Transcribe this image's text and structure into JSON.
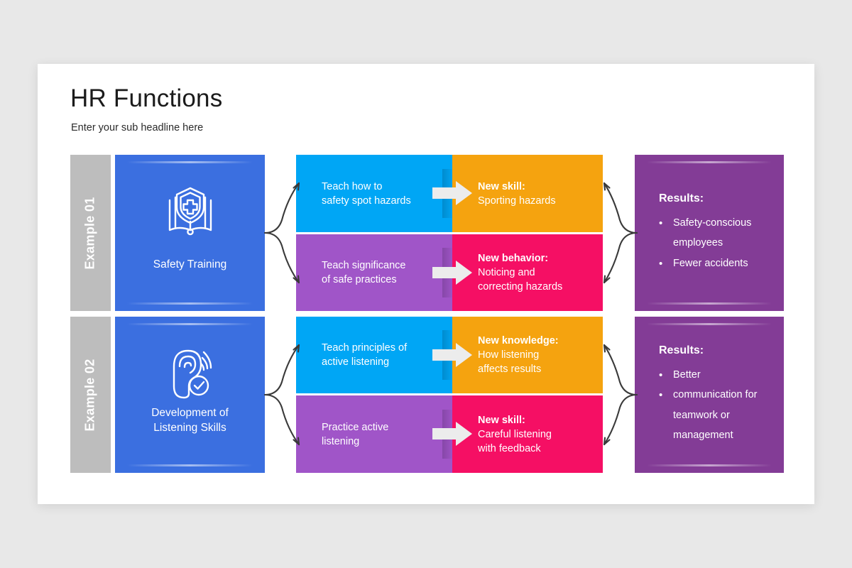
{
  "slide": {
    "title": "HR Functions",
    "subtitle": "Enter your sub headline here"
  },
  "colors": {
    "background": "#e8e8e8",
    "slide": "#ffffff",
    "strip_gray": "#bdbdbd",
    "topic_blue": "#3b6fe0",
    "cyan": "#00a6f5",
    "violet": "#a055c8",
    "orange": "#f5a30f",
    "pink": "#f50f64",
    "results_purple": "#833c96",
    "arrow_white": "#eeeeee",
    "connector_dark": "#3a3a3a"
  },
  "rows": [
    {
      "strip_label": "Example 01",
      "topic": {
        "title": "Safety Training",
        "icon": "book-shield-cross-icon"
      },
      "steps": [
        {
          "action": {
            "text": "Teach how to\nsafety spot hazards",
            "color": "cyan"
          },
          "outcome": {
            "heading": "New skill:",
            "text": "Sporting hazards",
            "color": "orange"
          }
        },
        {
          "action": {
            "text": "Teach significance\nof safe practices",
            "color": "violet"
          },
          "outcome": {
            "heading": "New behavior:",
            "text": "Noticing and\ncorrecting hazards",
            "color": "pink"
          }
        }
      ],
      "results": {
        "title": "Results:",
        "items": [
          "Safety-conscious employees",
          "Fewer accidents"
        ]
      }
    },
    {
      "strip_label": "Example 02",
      "topic": {
        "title": "Development of\nListening Skills",
        "icon": "ear-listening-check-icon"
      },
      "steps": [
        {
          "action": {
            "text": "Teach principles of\nactive listening",
            "color": "cyan"
          },
          "outcome": {
            "heading": "New knowledge:",
            "text": "How listening\naffects results",
            "color": "orange"
          }
        },
        {
          "action": {
            "text": "Practice active\nlistening",
            "color": "violet"
          },
          "outcome": {
            "heading": "New skill:",
            "text": "Careful listening\nwith feedback",
            "color": "pink"
          }
        }
      ],
      "results": {
        "title": "Results:",
        "items": [
          "Better",
          "communication for teamwork or management"
        ]
      }
    }
  ]
}
